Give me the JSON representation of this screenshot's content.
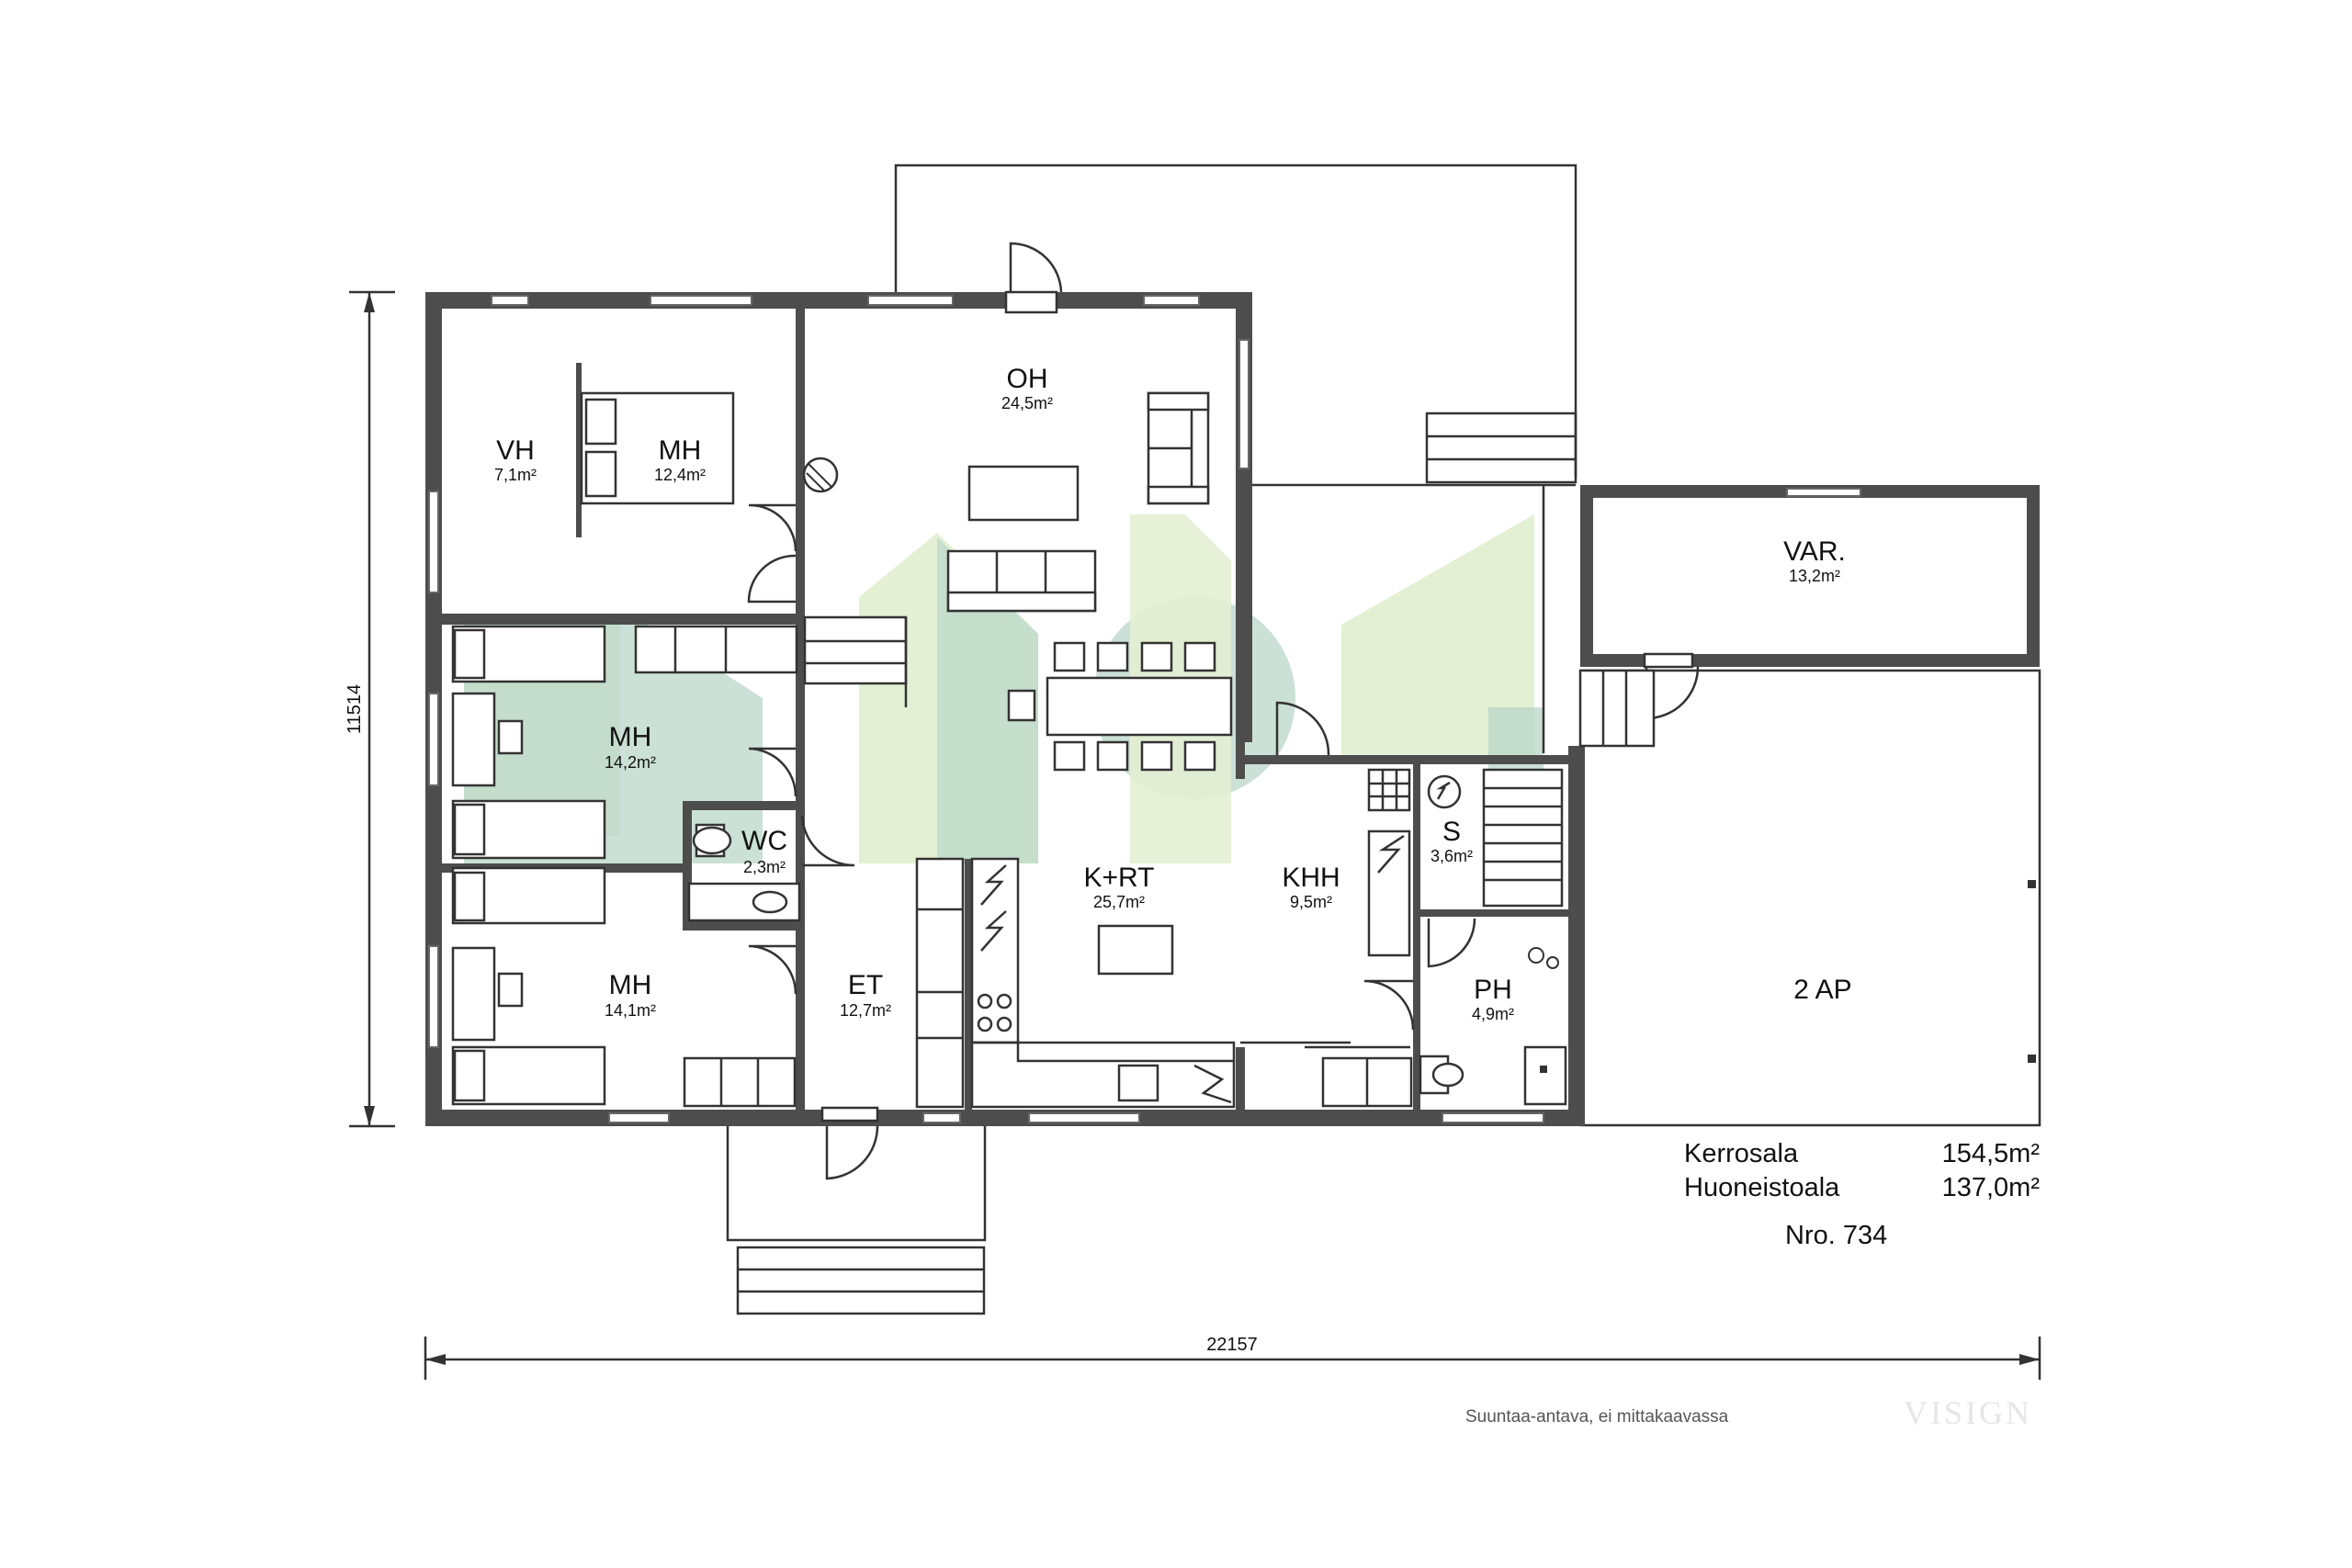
{
  "rooms": [
    {
      "id": "vh",
      "name": "VH",
      "area": "7,1m²"
    },
    {
      "id": "mh1",
      "name": "MH",
      "area": "12,4m²"
    },
    {
      "id": "oh",
      "name": "OH",
      "area": "24,5m²"
    },
    {
      "id": "var",
      "name": "VAR.",
      "area": "13,2m²"
    },
    {
      "id": "mh2",
      "name": "MH",
      "area": "14,2m²"
    },
    {
      "id": "wc",
      "name": "WC",
      "area": "2,3m²"
    },
    {
      "id": "krt",
      "name": "K+RT",
      "area": "25,7m²"
    },
    {
      "id": "khh",
      "name": "KHH",
      "area": "9,5m²"
    },
    {
      "id": "s",
      "name": "S",
      "area": "3,6m²"
    },
    {
      "id": "ph",
      "name": "PH",
      "area": "4,9m²"
    },
    {
      "id": "mh3",
      "name": "MH",
      "area": "14,1m²"
    },
    {
      "id": "et",
      "name": "ET",
      "area": "12,7m²"
    },
    {
      "id": "ap",
      "name": "2 AP",
      "area": ""
    }
  ],
  "dimensions": {
    "width": "22157",
    "height": "11514"
  },
  "areas": {
    "kerrosala_label": "Kerrosala",
    "kerrosala_value": "154,5m²",
    "huoneistoala_label": "Huoneistoala",
    "huoneistoala_value": "137,0m²"
  },
  "number": "Nro. 734",
  "footnote": "Suuntaa-antava, ei mittakaavassa",
  "brand": "VISIGN",
  "colors": {
    "wall": "#4d4d4d",
    "watermark_green": "#dcedc8",
    "watermark_teal": "#b8d4c8"
  }
}
